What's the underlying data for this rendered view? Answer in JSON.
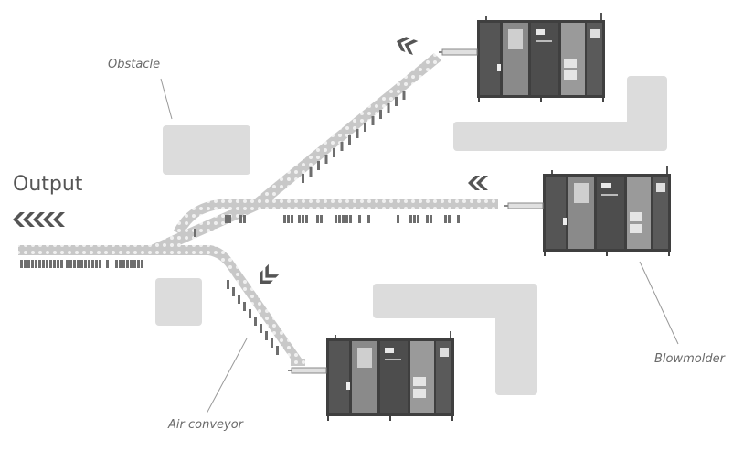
{
  "labels": {
    "output": "Output",
    "obstacle": "Obstacle",
    "blowmolder": "Blowmolder",
    "air_conveyor": "Air conveyor"
  },
  "icons": {
    "flow_arrow": "chevron-arrow-icon",
    "machine": "blowmolder-machine-icon"
  },
  "colors": {
    "conveyor": "#c8c8c8",
    "conveyor_dots": "#f2f2f2",
    "obstacle": "#dcdcdc",
    "machine_dark": "#4a4a4a",
    "machine_mid": "#7a7a7a",
    "machine_light": "#a8a8a8",
    "bottles": "#6e6e6e",
    "arrows": "#555555"
  }
}
